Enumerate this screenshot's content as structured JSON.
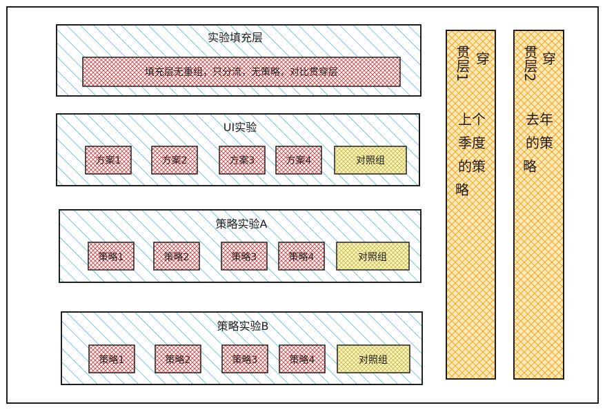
{
  "diagram": {
    "colors": {
      "stroke": "#1e1e1e",
      "teal": "#1aa5c2",
      "red": "#e03131",
      "yellow": "#d9cc5a",
      "orange": "#f5a623",
      "orange_fill": "#ffe9b8"
    },
    "fill_layer": {
      "title": "实验填充层",
      "bar_text": "填充层无重组，只分流，无策略，对比贯穿层"
    },
    "ui_experiment": {
      "title": "UI实验",
      "cells": [
        "方案1",
        "方案2",
        "方案3",
        "方案4",
        "对照组"
      ]
    },
    "strategy_a": {
      "title": "策略实验A",
      "cells": [
        "策略1",
        "策略2",
        "策略3",
        "策略4",
        "对照组"
      ]
    },
    "strategy_b": {
      "title": "策略实验B",
      "cells": [
        "策略1",
        "策略2",
        "策略3",
        "策略4",
        "对照组"
      ]
    },
    "through_layer_1": {
      "col1": "贯层1",
      "col2": "穿",
      "line1": "上个",
      "line2": "季度",
      "line3": "的策",
      "line4": "略"
    },
    "through_layer_2": {
      "col1": "贯层2",
      "col2": "穿",
      "line1": "去年",
      "line2": "的策",
      "line3": "略"
    }
  }
}
